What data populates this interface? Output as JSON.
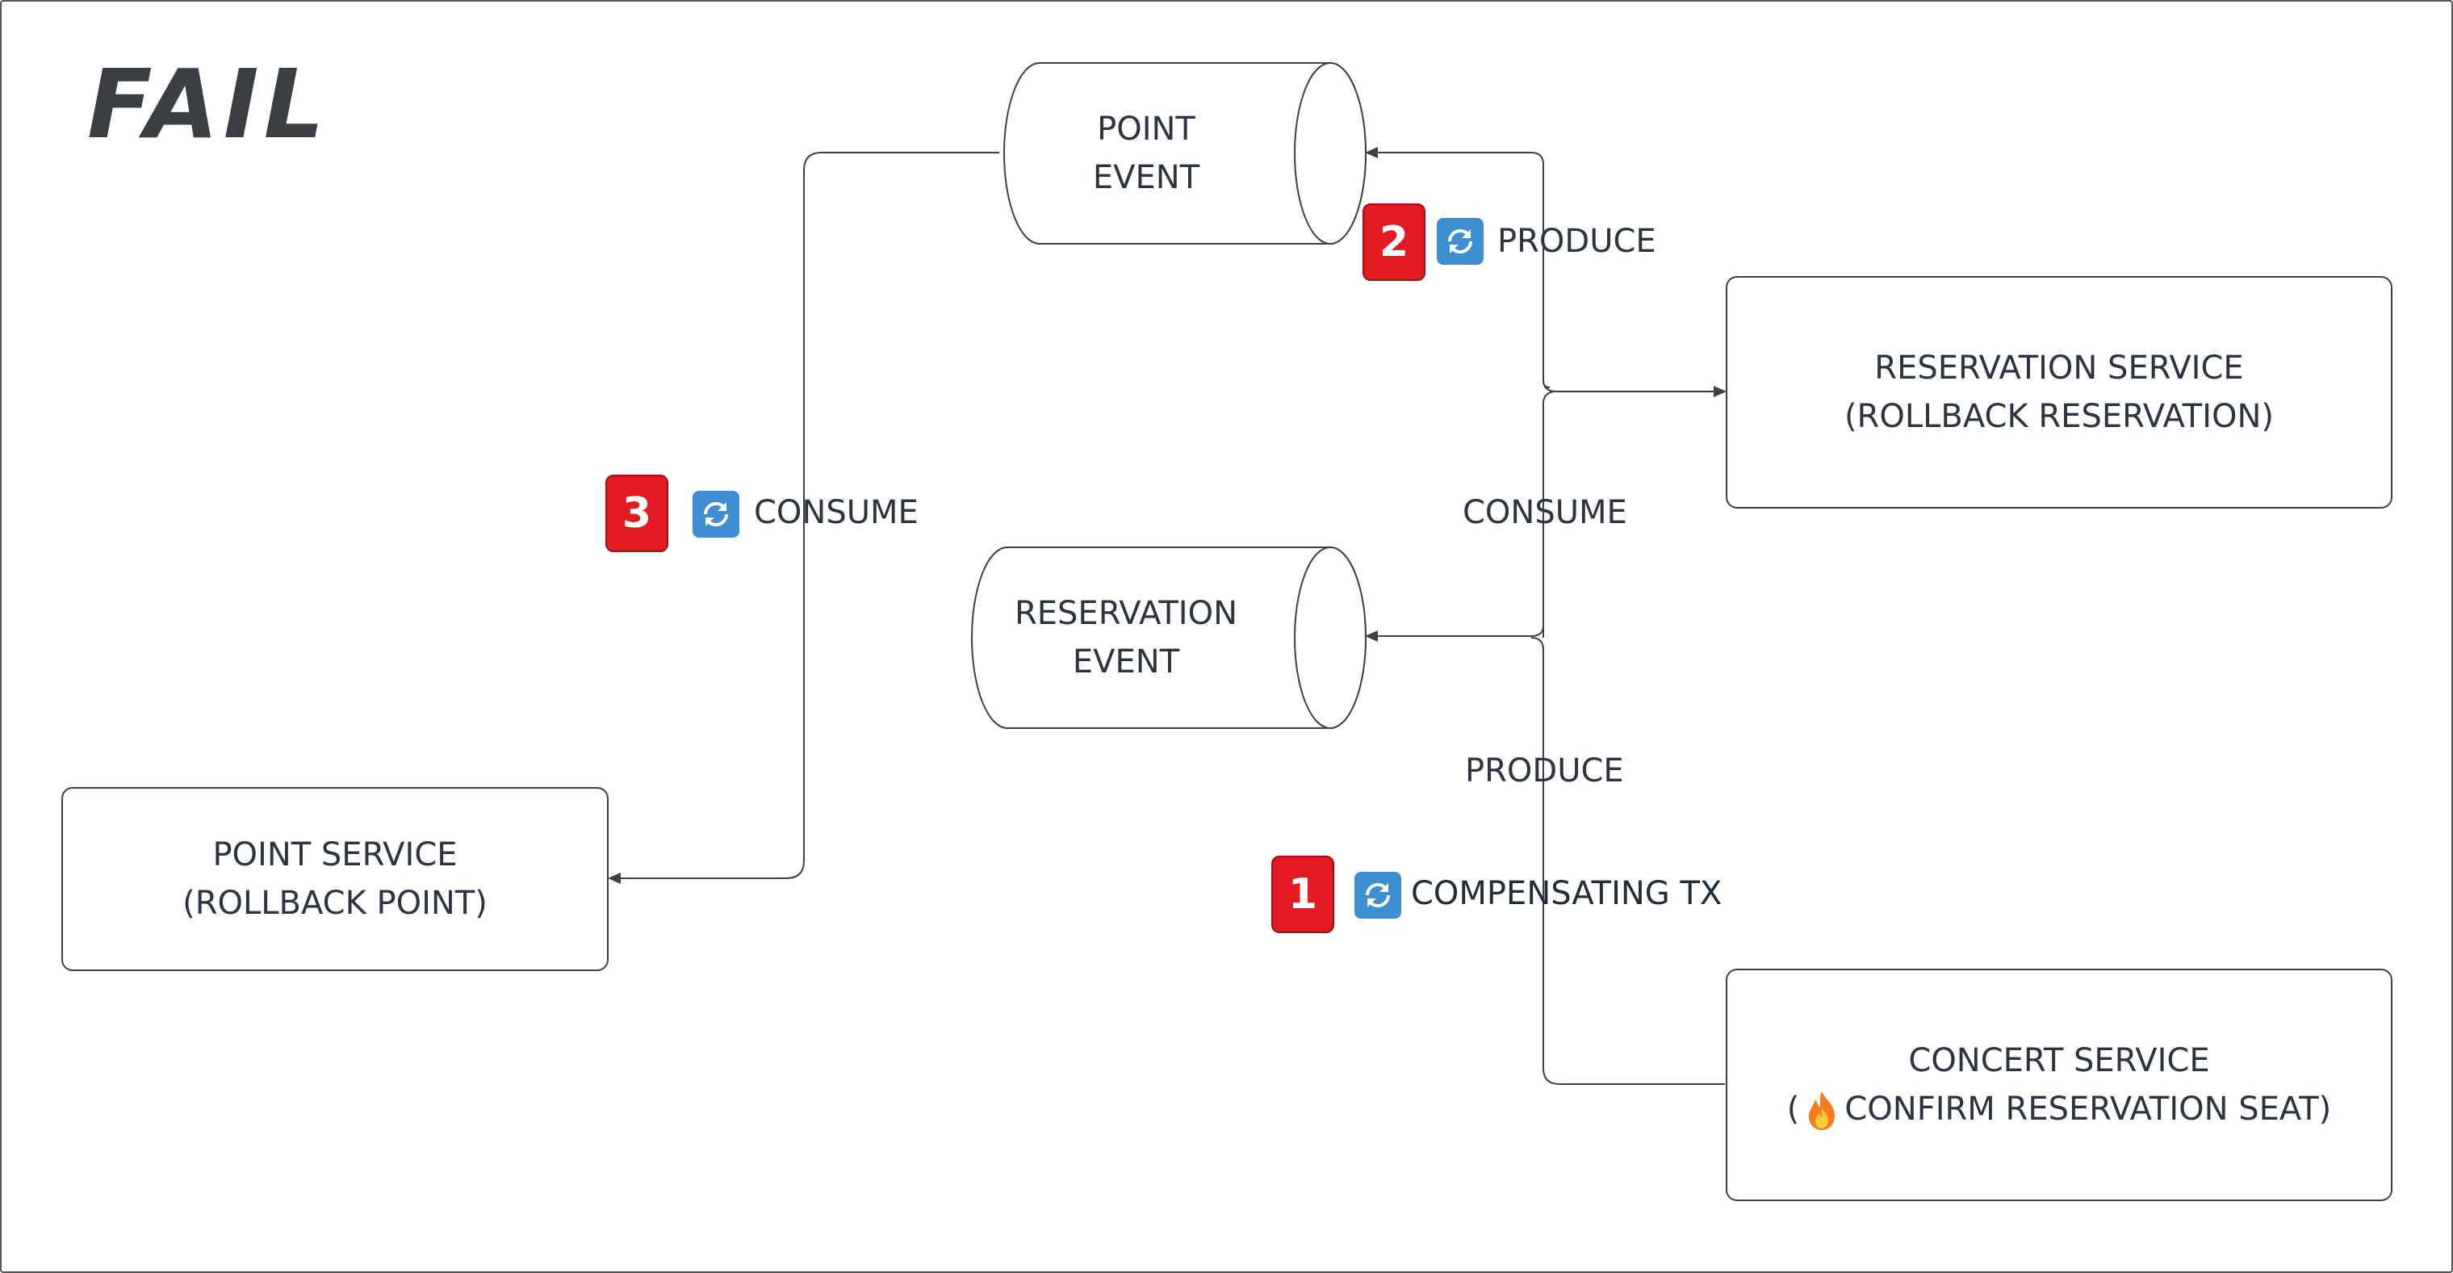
{
  "diagram": {
    "title": "FAIL",
    "queues": {
      "point_event": {
        "line1": "POINT",
        "line2": "EVENT"
      },
      "reservation_event": {
        "line1": "RESERVATION",
        "line2": "EVENT"
      }
    },
    "services": {
      "reservation": {
        "line1": "RESERVATION SERVICE",
        "line2": "(ROLLBACK RESERVATION)"
      },
      "point": {
        "line1": "POINT SERVICE",
        "line2": "(ROLLBACK POINT)"
      },
      "concert": {
        "line1": "CONCERT SERVICE",
        "line2_open": "(",
        "line2_text": "CONFIRM RESERVATION SEAT)",
        "line2_icon": "fire-emoji-icon"
      }
    },
    "edge_labels": {
      "produce_top": "PRODUCE",
      "consume_left": "CONSUME",
      "consume_mid": "CONSUME",
      "produce_mid": "PRODUCE",
      "compensating": "COMPENSATING TX"
    },
    "badges": {
      "step1": "1",
      "step2": "2",
      "step3": "3"
    },
    "icons": {
      "step_badge_color": "#e21b22",
      "sync_icon_color": "#3d8fd1",
      "sync_icon": "refresh-arrows-icon"
    }
  }
}
